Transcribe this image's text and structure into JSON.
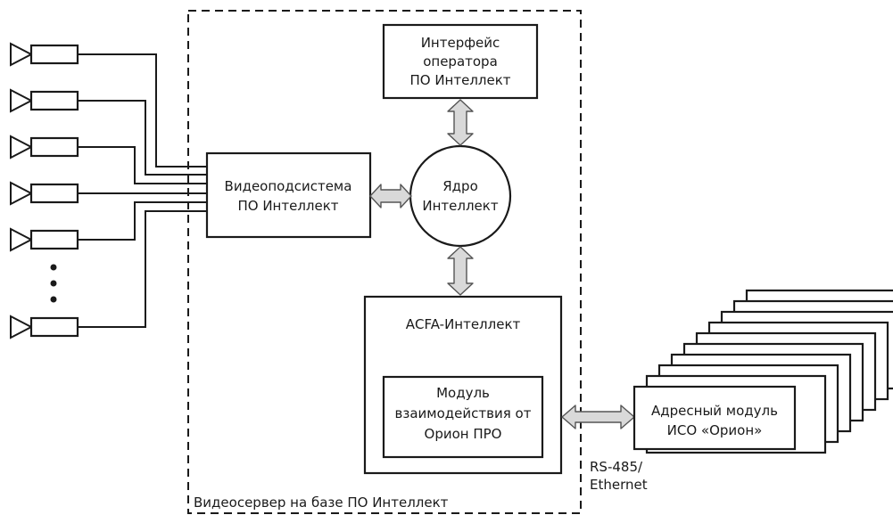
{
  "operator_interface": {
    "line1": "Интерфейс",
    "line2": "оператора",
    "line3": "ПО Интеллект"
  },
  "video_subsystem": {
    "line1": "Видеоподсистема",
    "line2": "ПО Интеллект"
  },
  "core": {
    "line1": "Ядро",
    "line2": "Интеллект"
  },
  "acfa": {
    "title": "АСFA-Интеллект"
  },
  "orion_module": {
    "line1": "Модуль",
    "line2": "взаимодействия от",
    "line3": "Орион ПРО"
  },
  "address_module": {
    "line1": "Адресный модуль",
    "line2": "ИСО «Орион»"
  },
  "bus_label": {
    "line1": "RS-485/",
    "line2": "Ethernet"
  },
  "server_label": "Видеосервер на базе ПО Интеллект",
  "cameras": {
    "count_visible": 6,
    "ellipsis": "⋮"
  },
  "stacked_modules": {
    "count": 10
  },
  "colors": {
    "line": "#1a1a1a",
    "arrow_fill": "#d9d9d9",
    "background": "#ffffff"
  }
}
